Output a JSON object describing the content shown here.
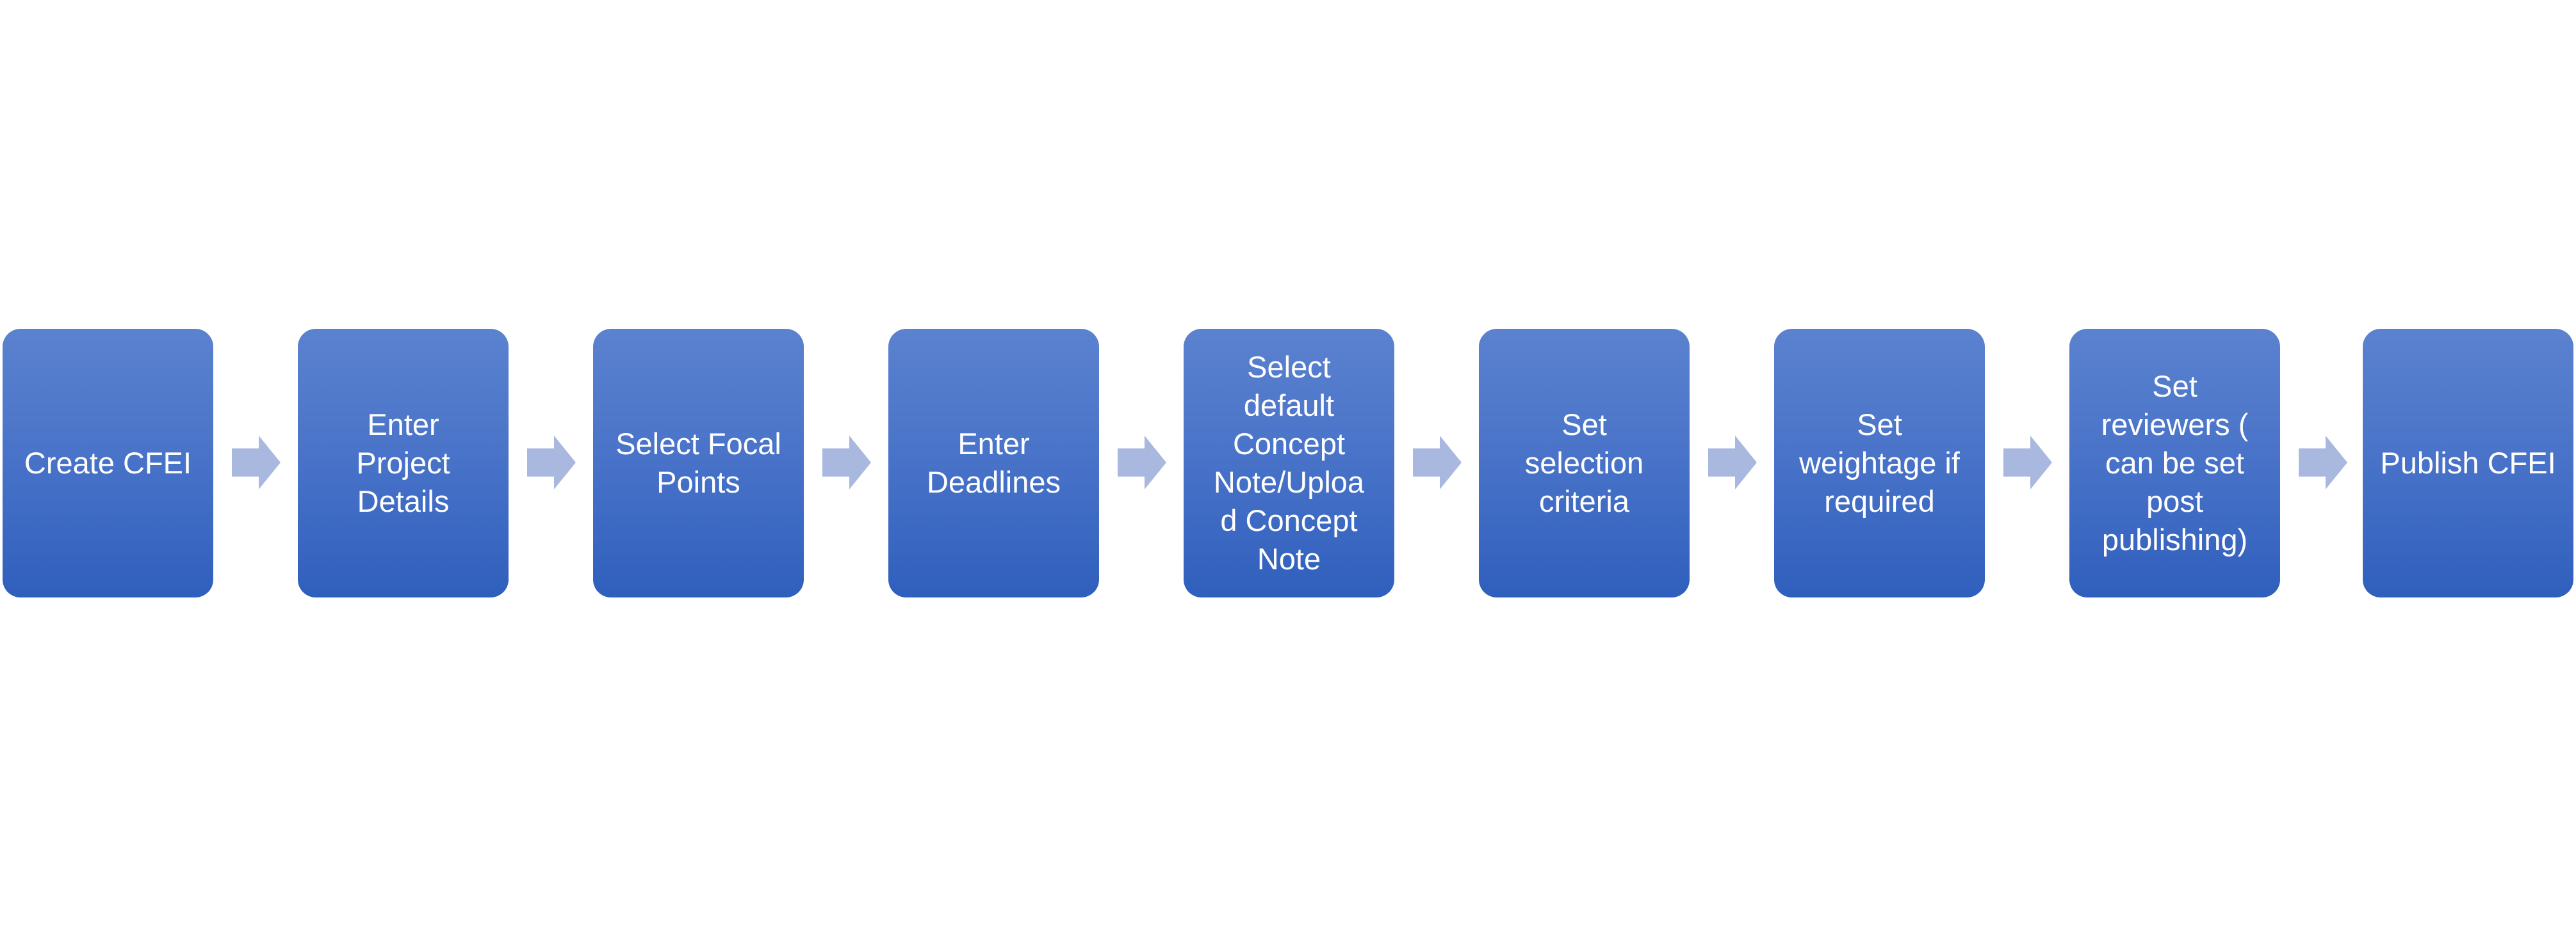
{
  "diagram": {
    "type": "process-flow",
    "steps": [
      {
        "id": "step-1",
        "label": "Create CFEI"
      },
      {
        "id": "step-2",
        "label": "Enter\nProject\nDetails"
      },
      {
        "id": "step-3",
        "label": "Select Focal\nPoints"
      },
      {
        "id": "step-4",
        "label": "Enter\nDeadlines"
      },
      {
        "id": "step-5",
        "label": "Select\ndefault\nConcept\nNote/Uploa\nd Concept\nNote"
      },
      {
        "id": "step-6",
        "label": "Set\nselection\ncriteria"
      },
      {
        "id": "step-7",
        "label": "Set\nweightage if\nrequired"
      },
      {
        "id": "step-8",
        "label": "Set\nreviewers (\ncan be set\npost\npublishing)"
      },
      {
        "id": "step-9",
        "label": "Publish CFEI"
      }
    ],
    "colors": {
      "box_top": "#5b82cf",
      "box_bottom": "#2f5fbd",
      "arrow": "#a9b8de",
      "text": "#ffffff"
    }
  }
}
